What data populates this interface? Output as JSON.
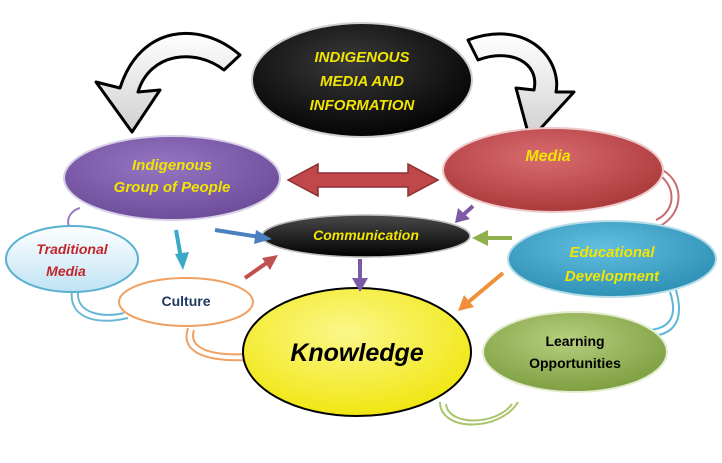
{
  "nodes": {
    "main": {
      "line1": "INDIGENOUS",
      "line2": "MEDIA AND",
      "line3": "INFORMATION",
      "color": "#000000",
      "text_color": "#f2e500"
    },
    "group": {
      "line1": "Indigenous",
      "line2": "Group of People",
      "color": "#7b5aa6",
      "text_color": "#f2e500"
    },
    "media": {
      "label": "Media",
      "color": "#c0474a",
      "text_color": "#f2e500"
    },
    "communication": {
      "label": "Communication",
      "color": "#111111",
      "text_color": "#f2e500"
    },
    "traditional": {
      "line1": "Traditional",
      "line2": "Media",
      "color": "#ffffff",
      "text_color": "#c0262b"
    },
    "culture": {
      "label": "Culture",
      "color": "#ffffff",
      "text_color": "#1f3864"
    },
    "education": {
      "line1": "Educational",
      "line2": "Development",
      "color": "#3aa3c7",
      "text_color": "#f2e500"
    },
    "knowledge": {
      "label": "Knowledge",
      "color": "#f5ee1e",
      "text_color": "#000000"
    },
    "learning": {
      "line1": "Learning",
      "line2": "Opportunities",
      "color": "#8fb04c",
      "text_color": "#000000"
    }
  },
  "arrow_colors": {
    "curved": "#555555",
    "double": "#c0474a",
    "blue": "#4a7fc0",
    "teal": "#3aaac8",
    "red": "#c0504d",
    "purple": "#7b5aa6",
    "green": "#8fb04c",
    "orange": "#f0903a"
  }
}
